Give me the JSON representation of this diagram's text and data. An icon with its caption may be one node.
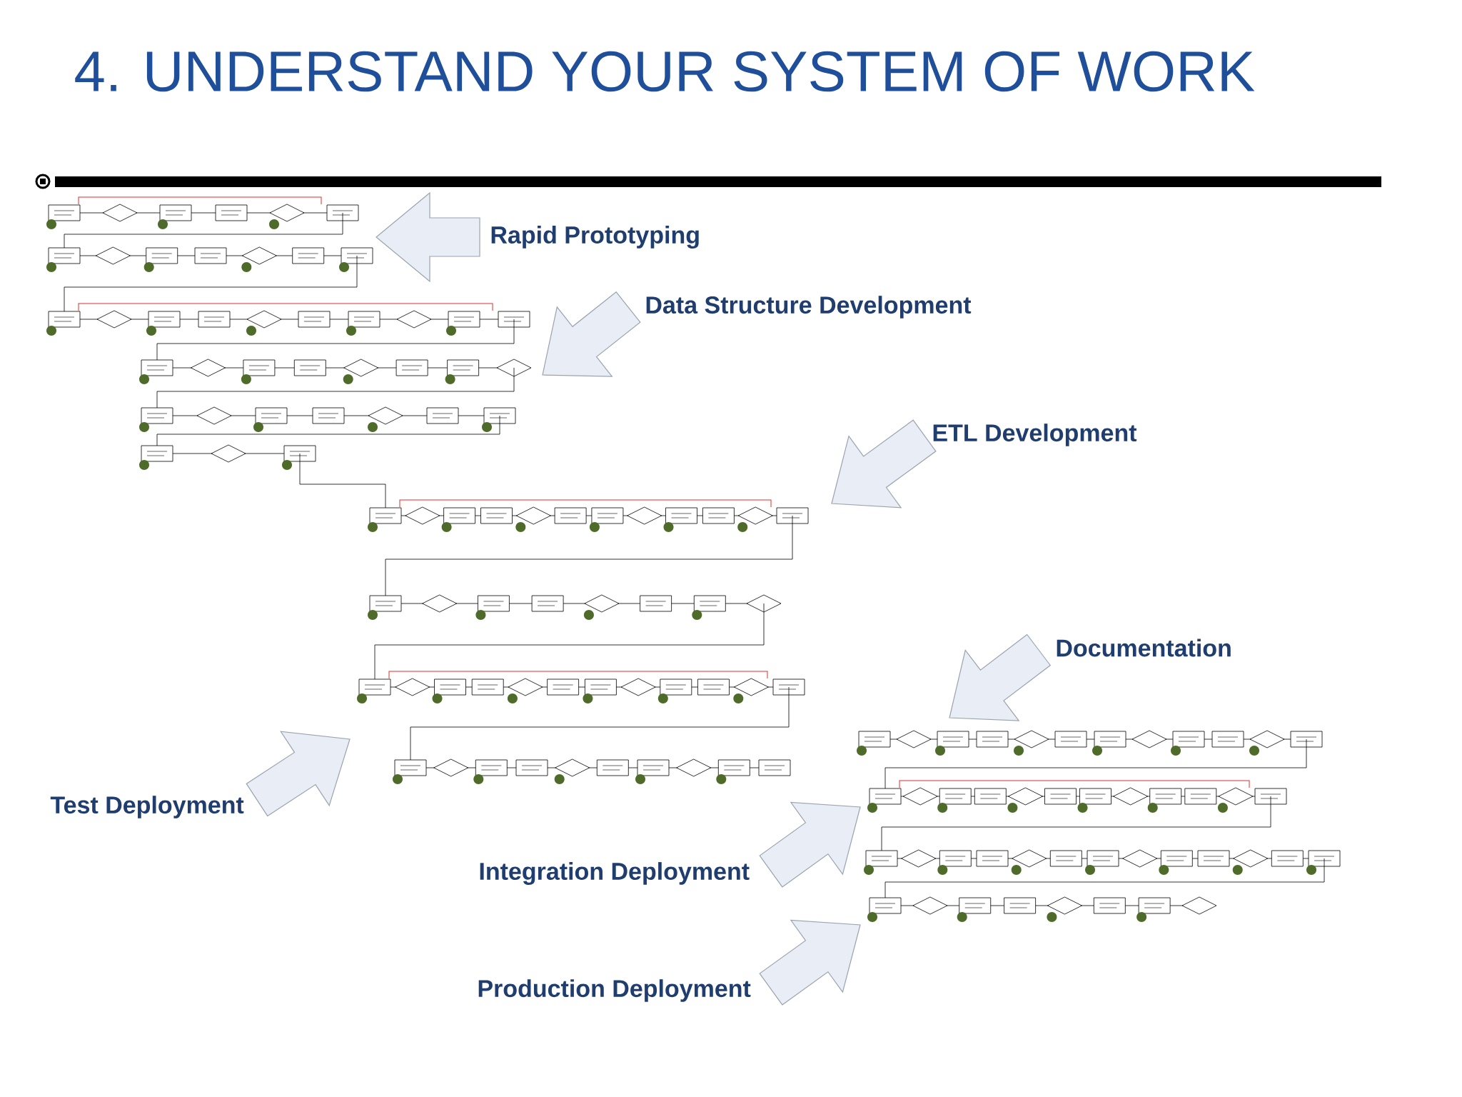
{
  "diagram": {
    "title": "4. UNDERSTAND YOUR SYSTEM OF WORK",
    "labels": [
      "Rapid Prototyping",
      "Data Structure Development",
      "ETL Development",
      "Documentation",
      "Test Deployment",
      "Integration Deployment",
      "Production Deployment"
    ]
  }
}
